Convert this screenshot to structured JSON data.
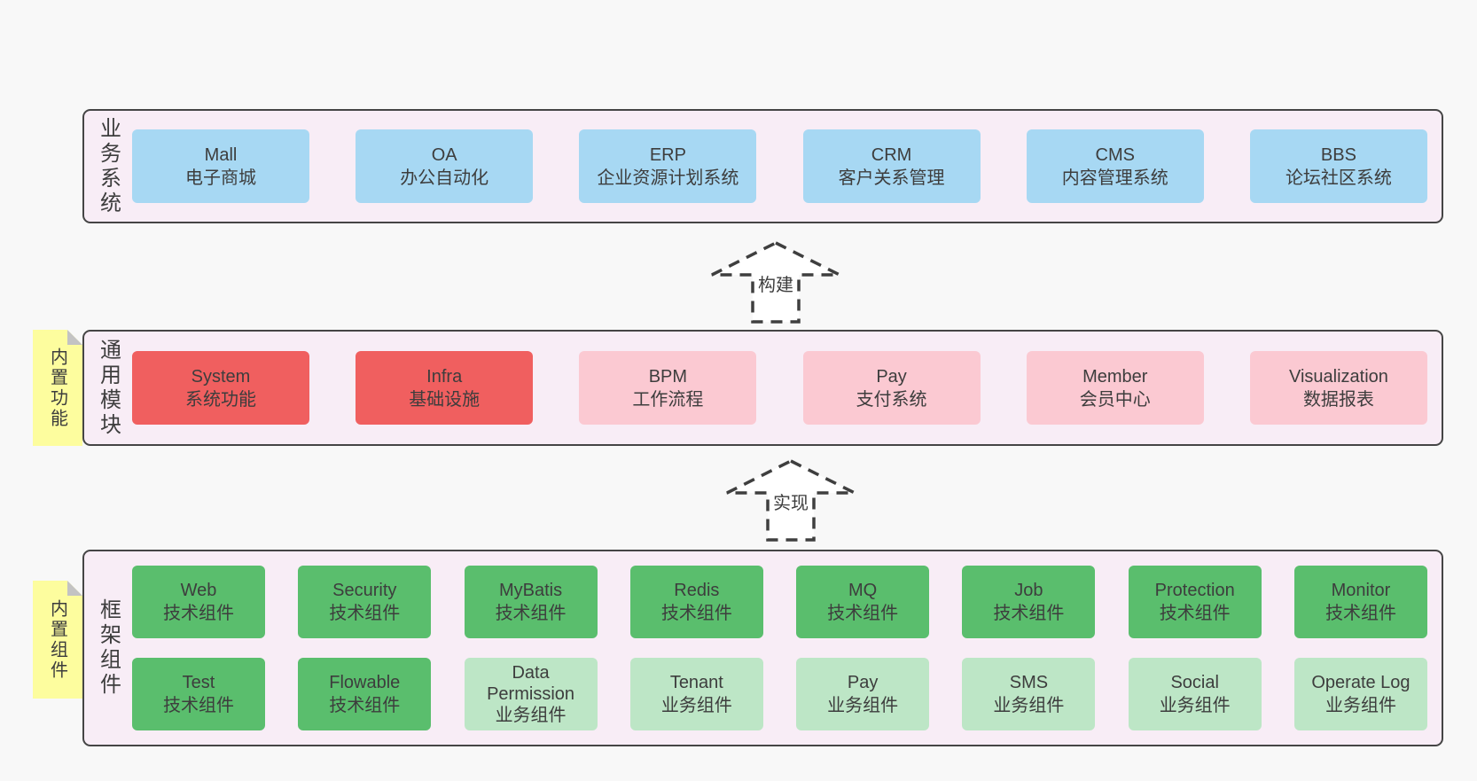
{
  "colors": {
    "page_bg": "#f8f8f8",
    "panel_bg": "#f8edf6",
    "panel_border": "#454545",
    "blue_box": "#a7d8f3",
    "red_box": "#f05f5f",
    "pink_box": "#fbc9d2",
    "green_box": "#5abe6d",
    "green_light_box": "#bde6c6",
    "sticky_bg": "#fdfd9e",
    "sticky_fold": "#c3c3c3",
    "text": "#3d3d3d"
  },
  "arrows": [
    {
      "label": "构建"
    },
    {
      "label": "实现"
    }
  ],
  "layers": [
    {
      "label": "业务系统",
      "boxes": [
        {
          "title": "Mall",
          "subtitle": "电子商城"
        },
        {
          "title": "OA",
          "subtitle": "办公自动化"
        },
        {
          "title": "ERP",
          "subtitle": "企业资源计划系统"
        },
        {
          "title": "CRM",
          "subtitle": "客户关系管理"
        },
        {
          "title": "CMS",
          "subtitle": "内容管理系统"
        },
        {
          "title": "BBS",
          "subtitle": "论坛社区系统"
        }
      ]
    },
    {
      "label": "通用模块",
      "sticky": "内置功能",
      "boxes": [
        {
          "title": "System",
          "subtitle": "系统功能"
        },
        {
          "title": "Infra",
          "subtitle": "基础设施"
        },
        {
          "title": "BPM",
          "subtitle": "工作流程"
        },
        {
          "title": "Pay",
          "subtitle": "支付系统"
        },
        {
          "title": "Member",
          "subtitle": "会员中心"
        },
        {
          "title": "Visualization",
          "subtitle": "数据报表"
        }
      ]
    },
    {
      "label": "框架组件",
      "sticky": "内置组件",
      "rows": [
        [
          {
            "title": "Web",
            "subtitle": "技术组件"
          },
          {
            "title": "Security",
            "subtitle": "技术组件"
          },
          {
            "title": "MyBatis",
            "subtitle": "技术组件"
          },
          {
            "title": "Redis",
            "subtitle": "技术组件"
          },
          {
            "title": "MQ",
            "subtitle": "技术组件"
          },
          {
            "title": "Job",
            "subtitle": "技术组件"
          },
          {
            "title": "Protection",
            "subtitle": "技术组件"
          },
          {
            "title": "Monitor",
            "subtitle": "技术组件"
          }
        ],
        [
          {
            "title": "Test",
            "subtitle": "技术组件"
          },
          {
            "title": "Flowable",
            "subtitle": "技术组件"
          },
          {
            "title": "Data Permission",
            "subtitle": "业务组件"
          },
          {
            "title": "Tenant",
            "subtitle": "业务组件"
          },
          {
            "title": "Pay",
            "subtitle": "业务组件"
          },
          {
            "title": "SMS",
            "subtitle": "业务组件"
          },
          {
            "title": "Social",
            "subtitle": "业务组件"
          },
          {
            "title": "Operate Log",
            "subtitle": "业务组件"
          }
        ]
      ]
    }
  ]
}
